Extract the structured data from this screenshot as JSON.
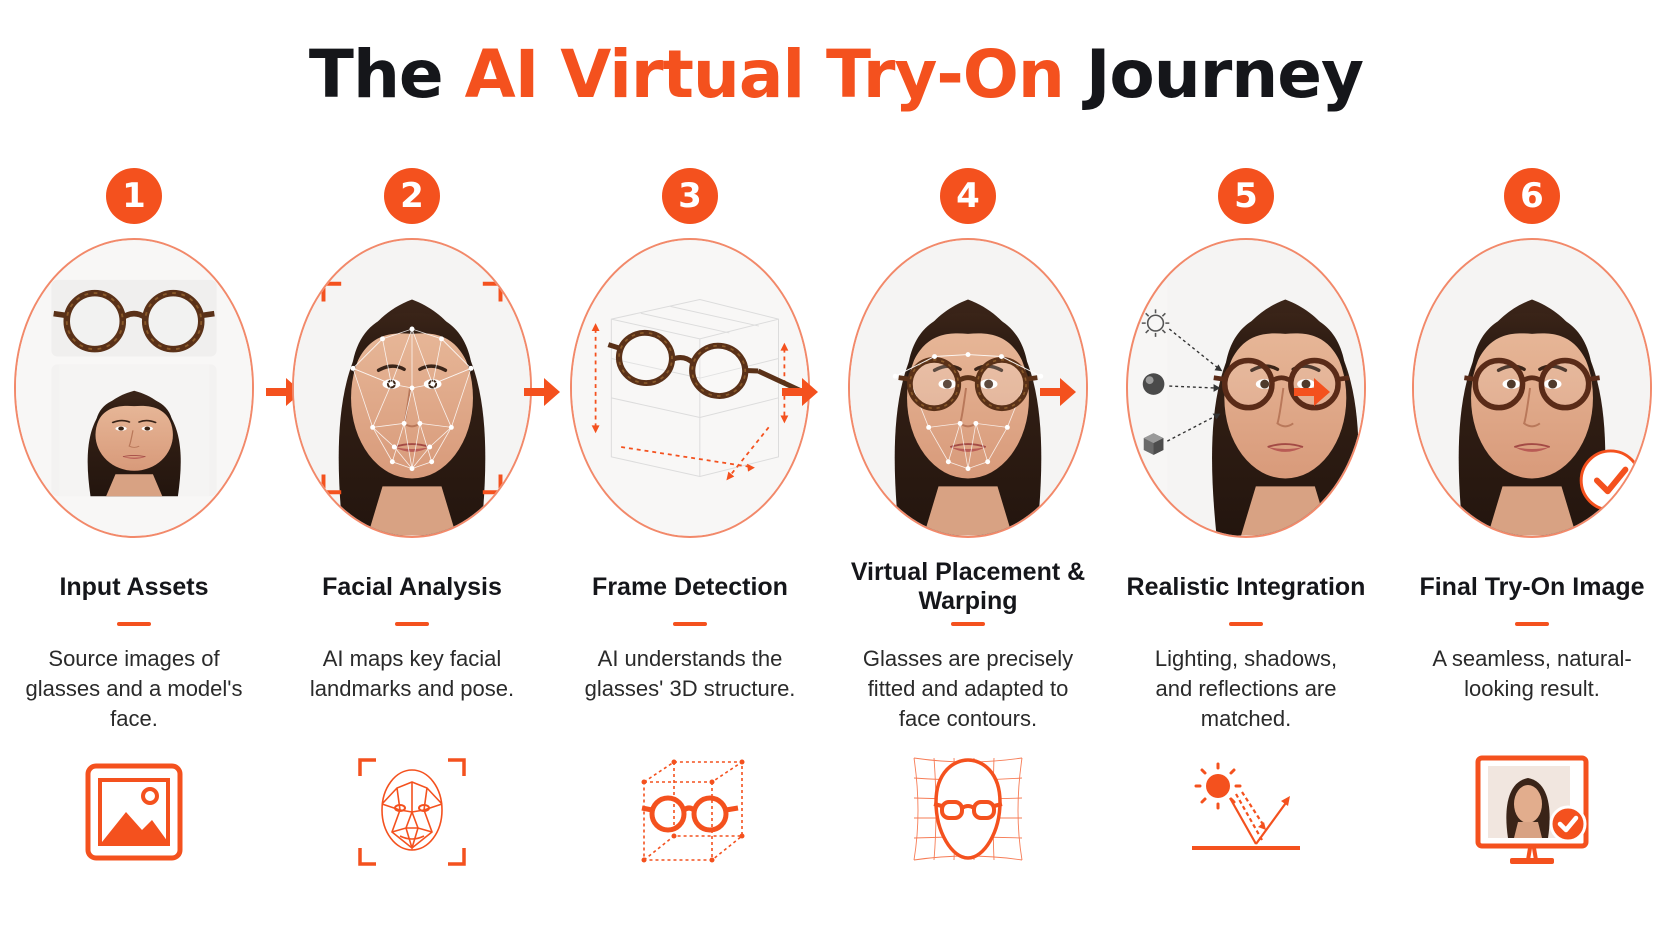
{
  "title": {
    "prefix": "The ",
    "accent": "AI Virtual Try-On",
    "suffix": " Journey"
  },
  "colors": {
    "accent": "#f4511e",
    "accent_light": "#f2896a",
    "text": "#15161a"
  },
  "steps": [
    {
      "number": "1",
      "title": "Input Assets",
      "description": "Source images of glasses and a model's face.",
      "icon": "image-icon"
    },
    {
      "number": "2",
      "title": "Facial Analysis",
      "description": "AI maps key facial landmarks and pose.",
      "icon": "face-mesh-icon"
    },
    {
      "number": "3",
      "title": "Frame Detection",
      "description": "AI understands the glasses' 3D structure.",
      "icon": "glasses-cube-icon"
    },
    {
      "number": "4",
      "title": "Virtual Placement & Warping",
      "description": "Glasses are precisely fitted and adapted to face contours.",
      "icon": "warp-grid-icon"
    },
    {
      "number": "5",
      "title": "Realistic Integration",
      "description": "Lighting, shadows, and reflections are matched.",
      "icon": "light-reflection-icon"
    },
    {
      "number": "6",
      "title": "Final Try-On Image",
      "description": "A seamless, natural-looking result.",
      "icon": "monitor-check-icon"
    }
  ]
}
